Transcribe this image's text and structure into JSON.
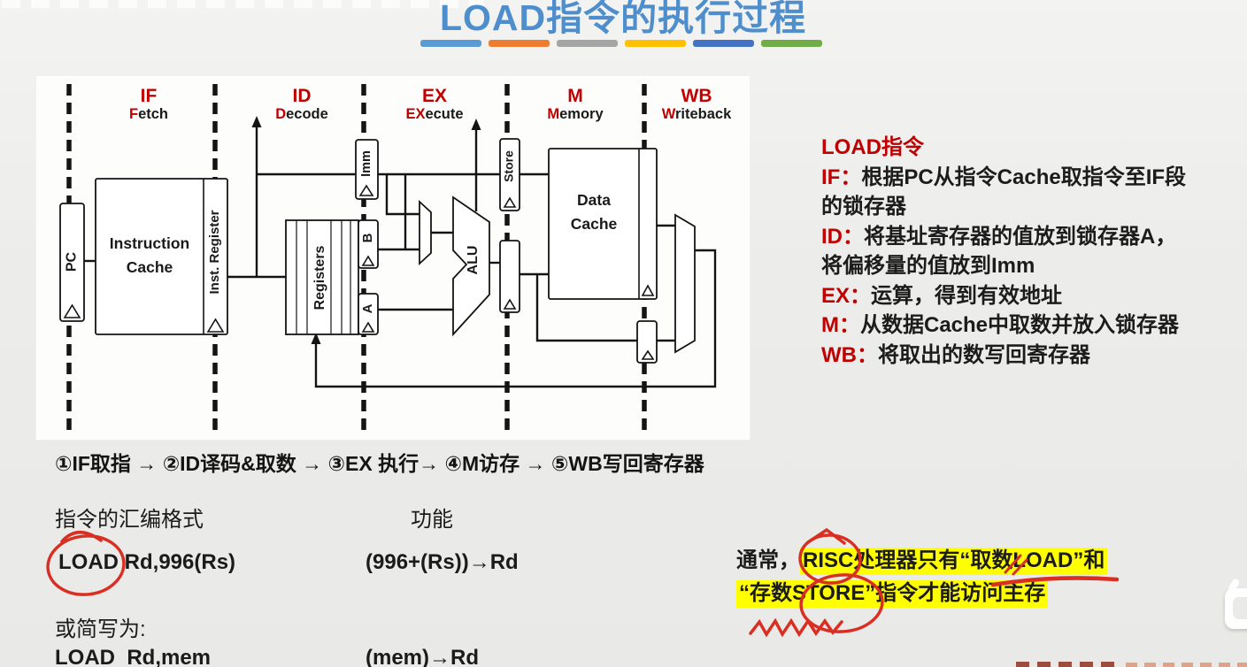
{
  "header": {
    "title": "LOAD指令的执行过程",
    "title_color": "#4e8ecd",
    "accent_bars": [
      "#5b9bd5",
      "#ed7d31",
      "#a5a5a5",
      "#ffc000",
      "#4472c4",
      "#70ad47"
    ]
  },
  "diagram": {
    "ink_color": "#141414",
    "stage_red": "#c00000",
    "stages": [
      {
        "abbr": "IF",
        "initial": "F",
        "rest": "etch"
      },
      {
        "abbr": "ID",
        "initial": "D",
        "rest": "ecode"
      },
      {
        "abbr": "EX",
        "initial": "EX",
        "rest": "ecute"
      },
      {
        "abbr": "M",
        "initial": "M",
        "rest": "emory"
      },
      {
        "abbr": "WB",
        "initial": "W",
        "rest": "riteback"
      }
    ],
    "components": {
      "pc": "PC",
      "ic_line1": "Instruction",
      "ic_line2": "Cache",
      "inst_register": "Inst. Register",
      "registers": "Registers",
      "imm": "Imm",
      "b": "B",
      "a": "A",
      "alu": "ALU",
      "store": "Store",
      "dc_line1": "Data",
      "dc_line2": "Cache"
    }
  },
  "explanation": {
    "heading": "LOAD指令",
    "lines": [
      {
        "red": "IF：",
        "black": "根据PC从指令Cache取指令至IF段"
      },
      {
        "red": "",
        "black": "的锁存器"
      },
      {
        "red": "ID：",
        "black": "将基址寄存器的值放到锁存器A，"
      },
      {
        "red": "",
        "black": "将偏移量的值放到Imm"
      },
      {
        "red": "EX：",
        "black": "运算，得到有效地址"
      },
      {
        "red": "M：",
        "black": "从数据Cache中取数并放入锁存器"
      },
      {
        "red": "WB：",
        "black": "将取出的数写回寄存器"
      }
    ]
  },
  "steps_line": "①IF取指 → ②ID译码&取数 → ③EX 执行→ ④M访存 → ⑤WB写回寄存器",
  "asm_table": {
    "col1_header": "指令的汇编格式",
    "col2_header": "功能",
    "row1_asm": "LOAD Rd,996(Rs)",
    "row1_func": "(996+(Rs))→Rd",
    "alt_label": "或简写为:",
    "row2_asm": "LOAD  Rd,mem",
    "row2_func": "(mem)→Rd"
  },
  "note": {
    "prefix": "通常，",
    "line1_highlight": "RISC处理器只有“取数LOAD”和",
    "line2_highlight": "“存数STORE”指令才能访问主存",
    "highlight_color": "#ffff00"
  },
  "annotation_color": "#d92f23"
}
